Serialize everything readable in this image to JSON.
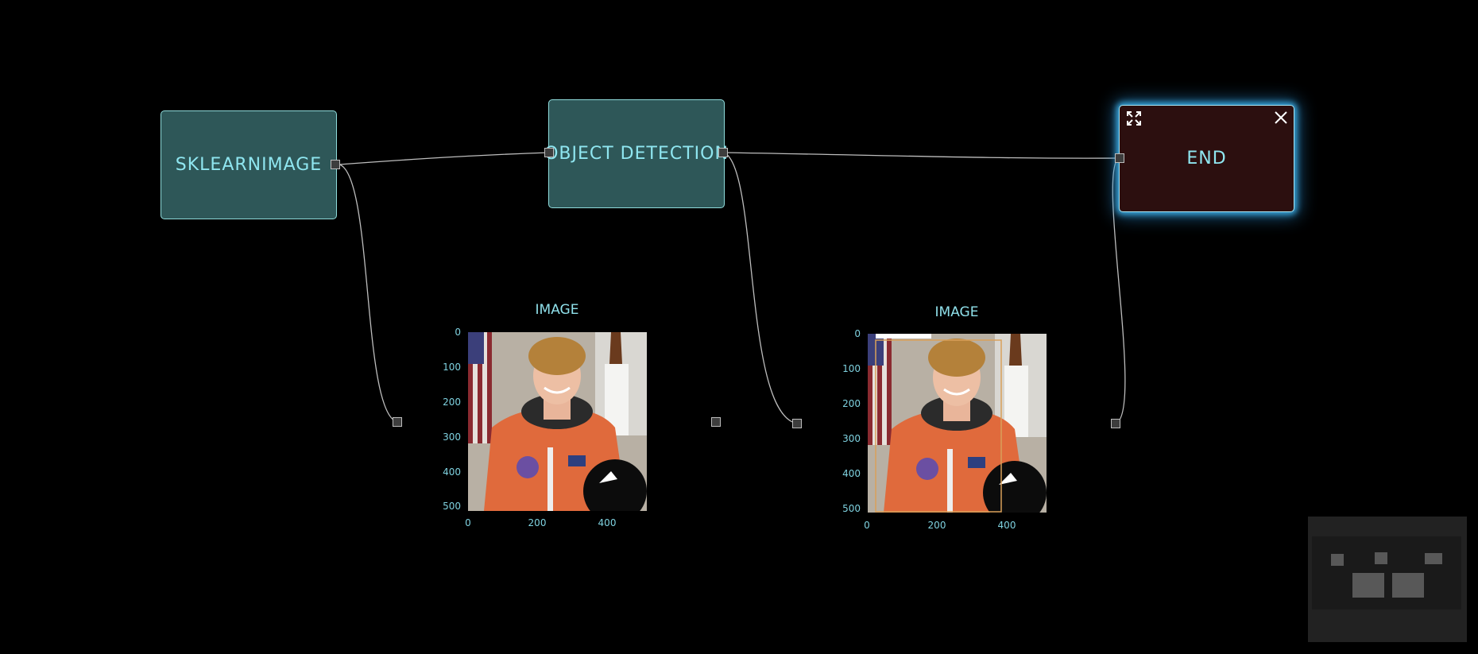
{
  "nodes": {
    "sklearnimage": {
      "label": "SKLEARNIMAGE"
    },
    "object_detection": {
      "label": "OBJECT DETECTION"
    },
    "end": {
      "label": "END",
      "expand_icon": "expand-icon",
      "close_icon": "close-icon"
    }
  },
  "panels": [
    {
      "title": "IMAGE",
      "y_ticks": [
        "0",
        "100",
        "200",
        "300",
        "400",
        "500"
      ],
      "x_ticks": [
        "0",
        "200",
        "400"
      ]
    },
    {
      "title": "IMAGE",
      "y_ticks": [
        "0",
        "100",
        "200",
        "300",
        "400",
        "500"
      ],
      "x_ticks": [
        "0",
        "200",
        "400"
      ]
    }
  ],
  "colors": {
    "node_fill": "#2e5758",
    "end_fill": "#2c0f0f",
    "label": "#8fe6f0",
    "glow": "#3aa9e0",
    "bbox": "#d9a05a"
  }
}
